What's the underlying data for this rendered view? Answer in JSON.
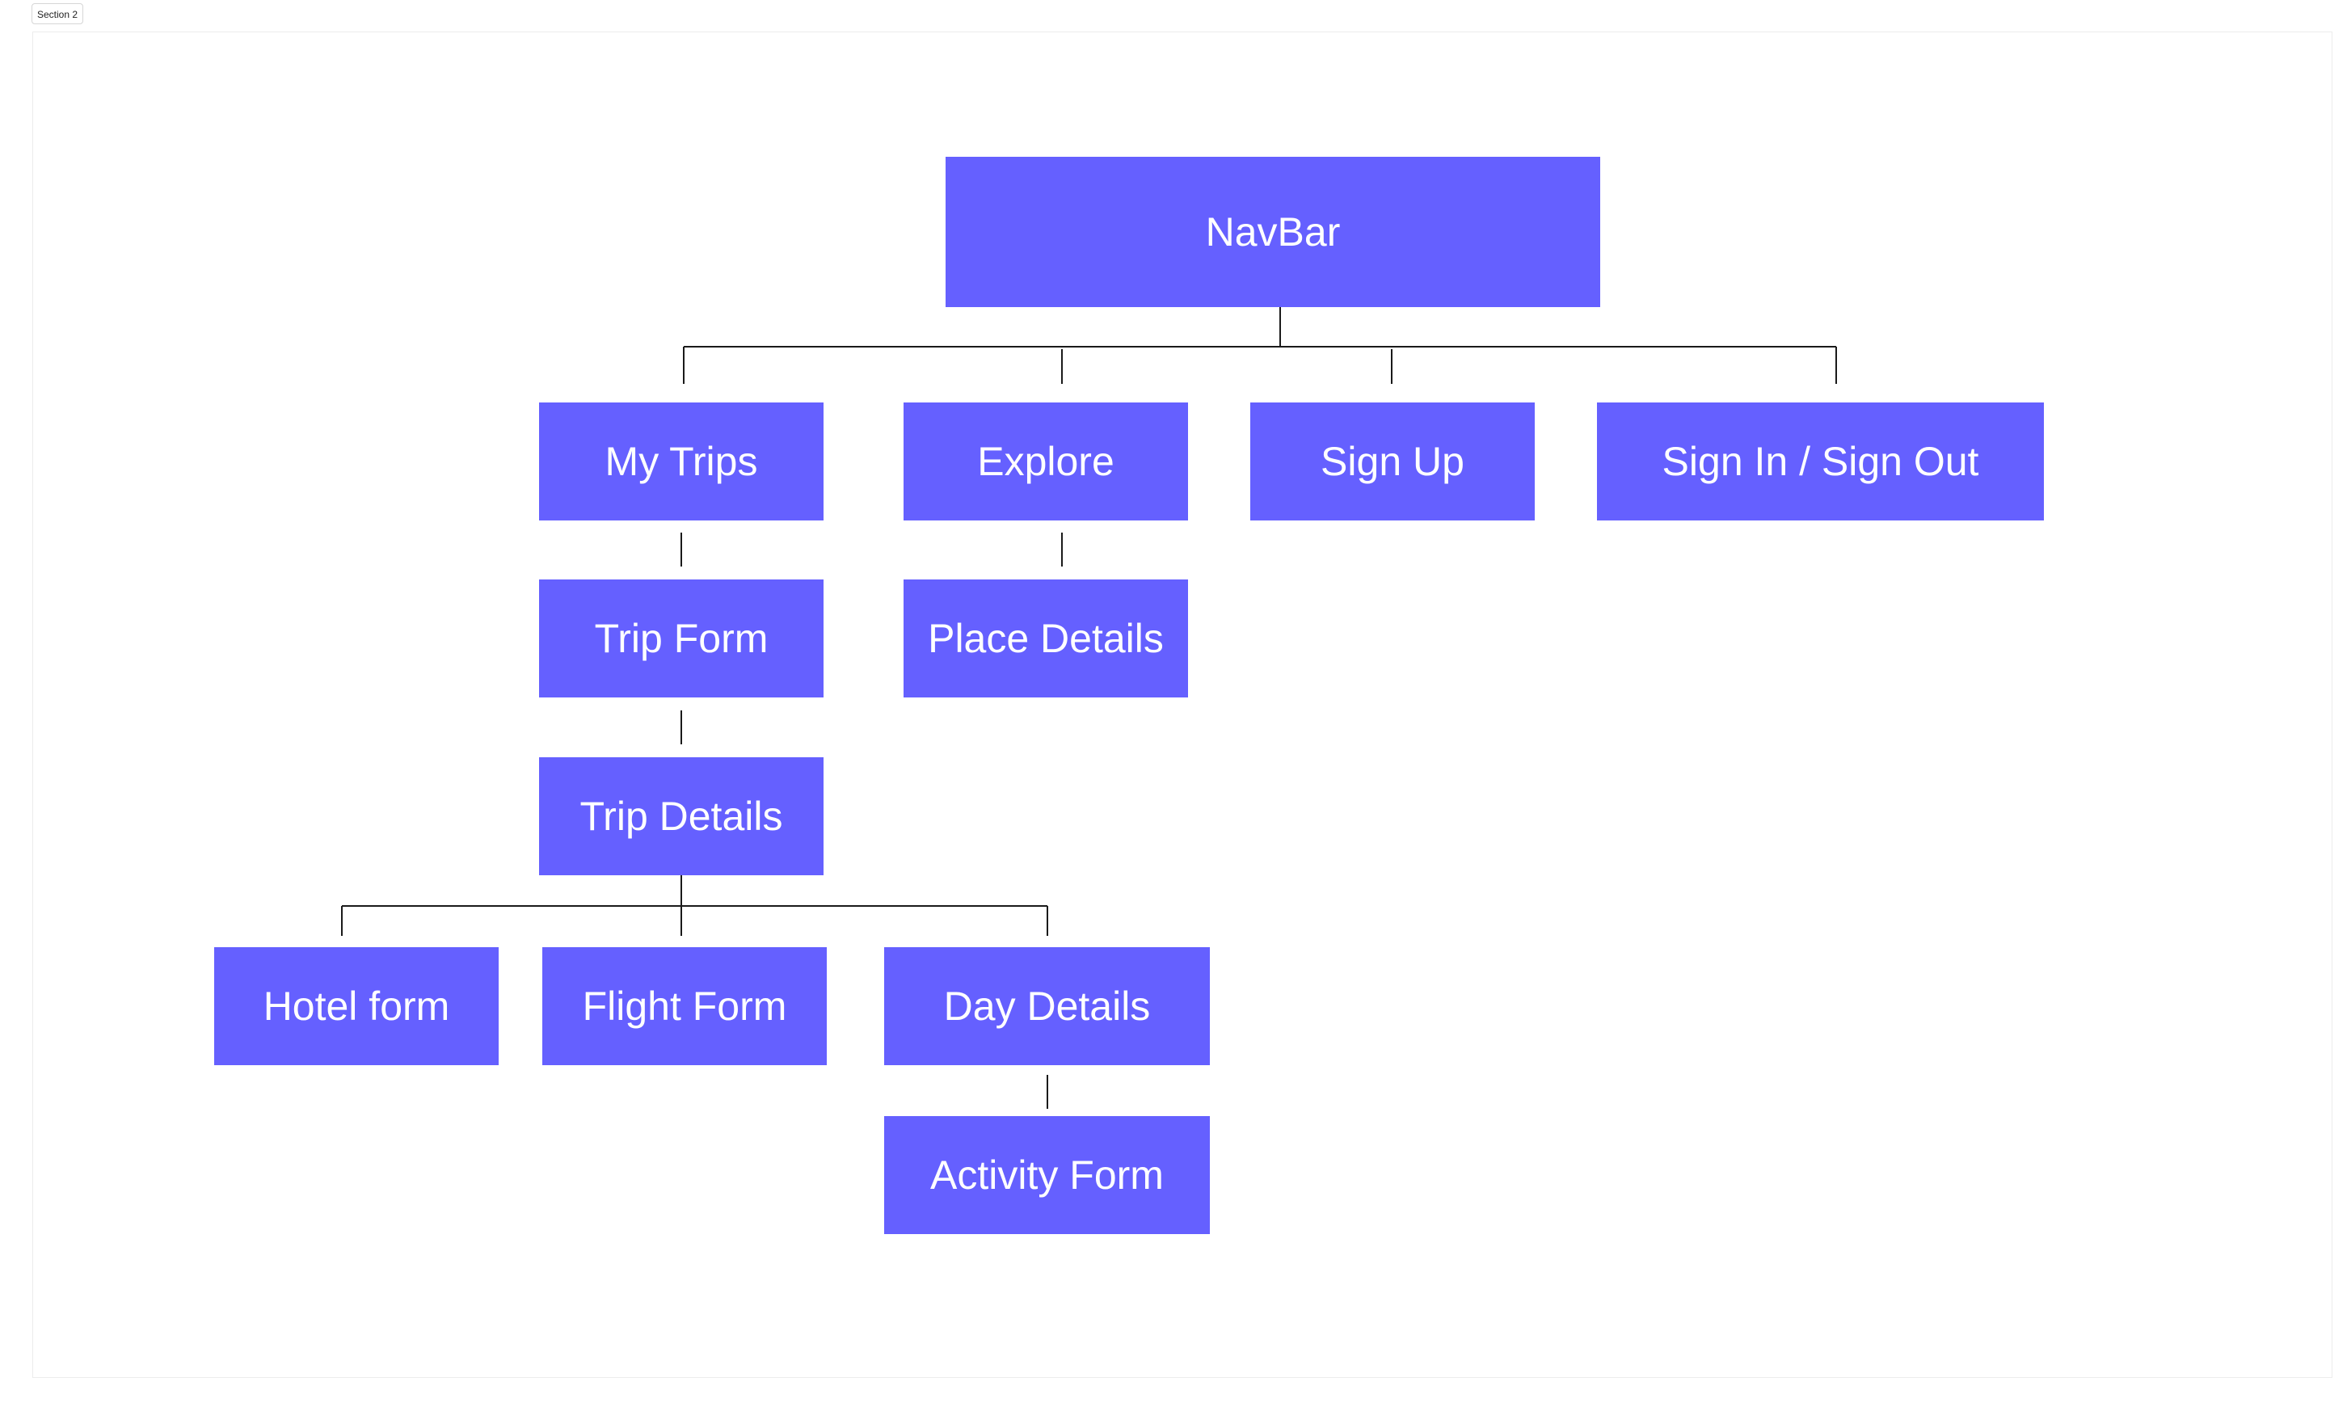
{
  "section": {
    "label": "Section 2"
  },
  "colors": {
    "node_fill": "#6560ff",
    "node_text": "#ffffff",
    "connector": "#1a1a1a"
  },
  "nodes": {
    "navbar": "NavBar",
    "my_trips": "My Trips",
    "explore": "Explore",
    "sign_up": "Sign Up",
    "sign_in_out": "Sign In / Sign Out",
    "trip_form": "Trip Form",
    "place_details": "Place Details",
    "trip_details": "Trip Details",
    "hotel_form": "Hotel form",
    "flight_form": "Flight Form",
    "day_details": "Day Details",
    "activity_form": "Activity Form"
  }
}
